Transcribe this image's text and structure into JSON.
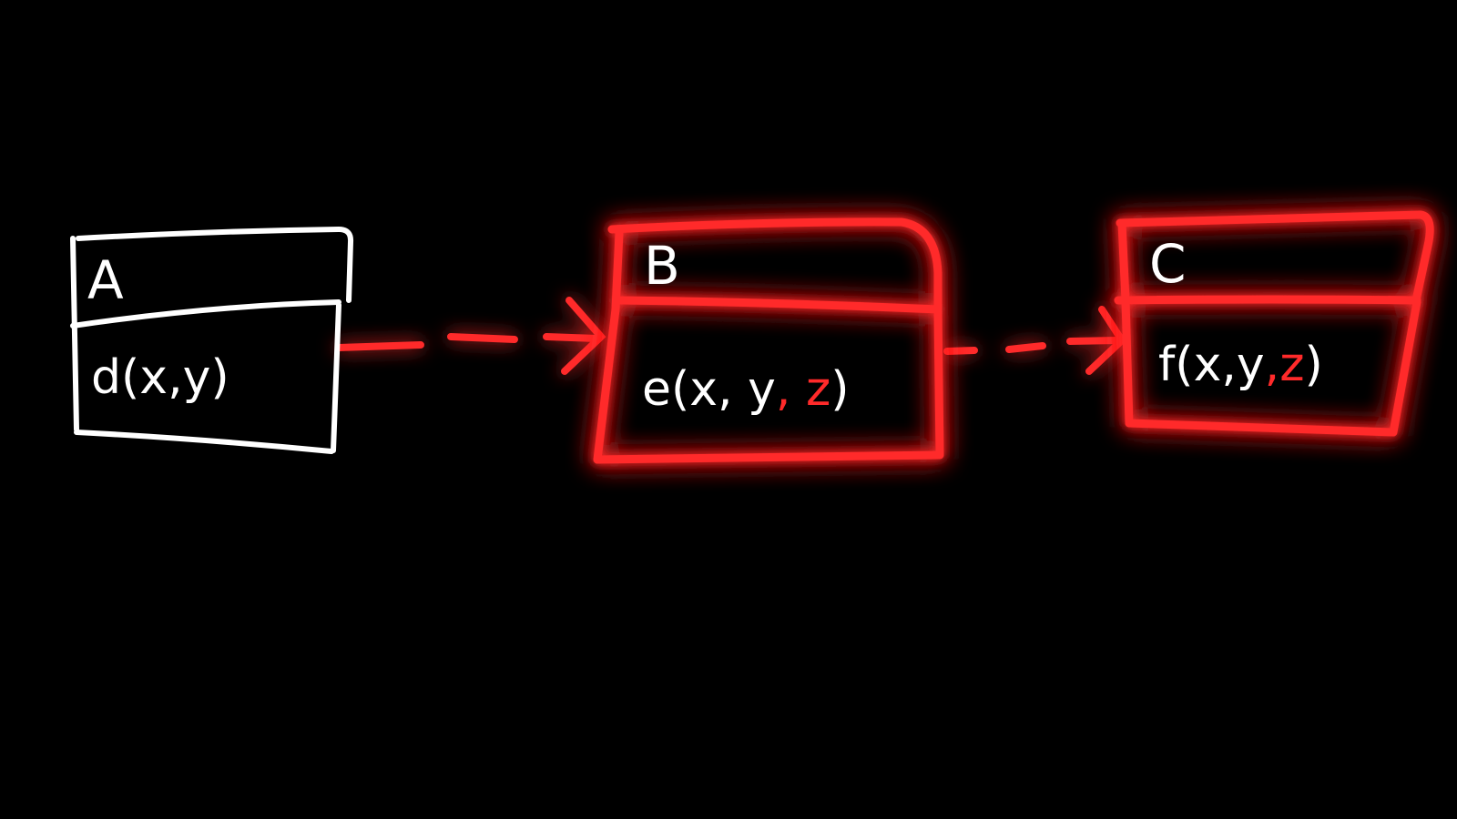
{
  "colors": {
    "background": "#000000",
    "stroke_plain": "#ffffff",
    "stroke_highlight": "#ff2a2a",
    "glow": "#ff0000",
    "text": "#ffffff",
    "text_highlight": "#ff2a2a"
  },
  "nodes": [
    {
      "id": "A",
      "name": "A",
      "method_name": "d",
      "params": [
        "x",
        "y"
      ],
      "added_params": [],
      "method_text": "d(x,y)",
      "highlighted": false
    },
    {
      "id": "B",
      "name": "B",
      "method_name": "e",
      "params": [
        "x",
        "y"
      ],
      "added_params": [
        "z"
      ],
      "method_prefix": "e(x, y",
      "method_added": ", z",
      "method_suffix": ")",
      "highlighted": true
    },
    {
      "id": "C",
      "name": "C",
      "method_name": "f",
      "params": [
        "x",
        "y"
      ],
      "added_params": [
        "z"
      ],
      "method_prefix": "f(x,y",
      "method_added": ",z",
      "method_suffix": ")",
      "highlighted": true
    }
  ],
  "edges": [
    {
      "from": "A",
      "to": "B",
      "style": "dashed",
      "color": "#ff2a2a",
      "arrowhead": "open"
    },
    {
      "from": "B",
      "to": "C",
      "style": "dashed",
      "color": "#ff2a2a",
      "arrowhead": "open"
    }
  ]
}
